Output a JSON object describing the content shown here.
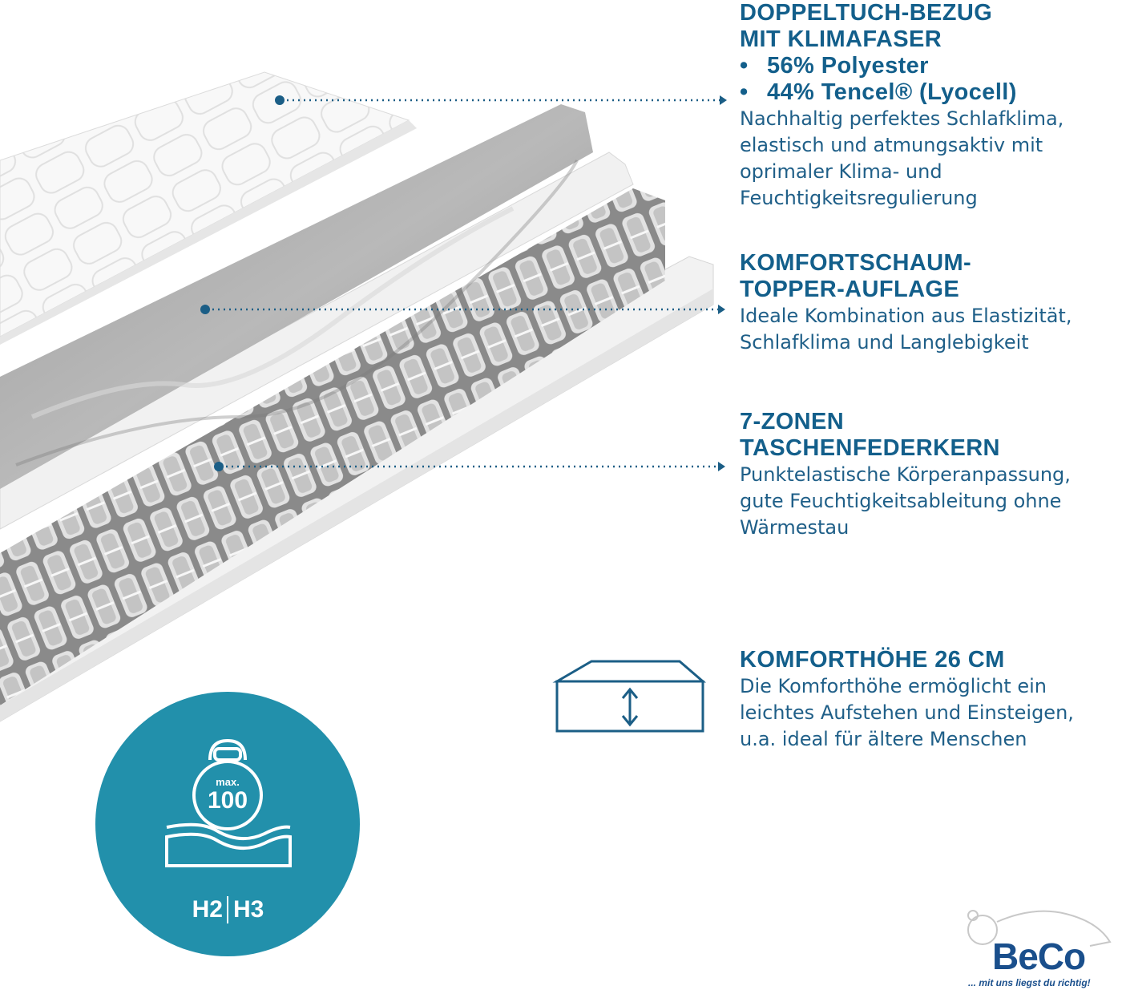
{
  "features": [
    {
      "heading_lines": [
        "DOPPELTUCH-BEZUG",
        "MIT KLIMAFASER"
      ],
      "bullets": [
        "56% Polyester",
        "44% Tencel® (Lyocell)"
      ],
      "desc_lines": [
        "Nachhaltig perfektes Schlafklima,",
        "elastisch und atmungsaktiv mit",
        "oprimaler Klima- und",
        "Feuchtigkeitsregulierung"
      ]
    },
    {
      "heading_lines": [
        "KOMFORTSCHAUM-",
        "TOPPER-AUFLAGE"
      ],
      "desc_lines": [
        "Ideale Kombination aus Elastizität,",
        "Schlafklima und Langlebigkeit"
      ]
    },
    {
      "heading_lines": [
        "7-ZONEN",
        "TASCHENFEDERKERN"
      ],
      "desc_lines": [
        "Punktelastische Körperanpassung,",
        "gute Feuchtigkeitsableitung ohne",
        "Wärmestau"
      ]
    },
    {
      "heading_lines": [
        "KOMFORTHÖHE 26 CM"
      ],
      "desc_lines": [
        "Die Komforthöhe ermöglicht ein",
        "leichtes Aufstehen und Einsteigen,",
        "u.a. ideal für ältere Menschen"
      ]
    }
  ],
  "bullet_symbol": "•",
  "badge": {
    "weight_prefix": "max.",
    "weight_value": "100",
    "firmness_left": "H2",
    "firmness_right": "H3",
    "color": "#2290ab"
  },
  "brand": {
    "name": "BeCo",
    "tagline": "... mit uns liegst du richtig!",
    "color": "#1a4f8c"
  },
  "icons": [
    "mattress-height-icon",
    "kettlebell-icon",
    "mattress-wave-icon",
    "beco-bear-logo"
  ],
  "colors": {
    "text": "#135f8b",
    "leader": "#1b5e86"
  }
}
